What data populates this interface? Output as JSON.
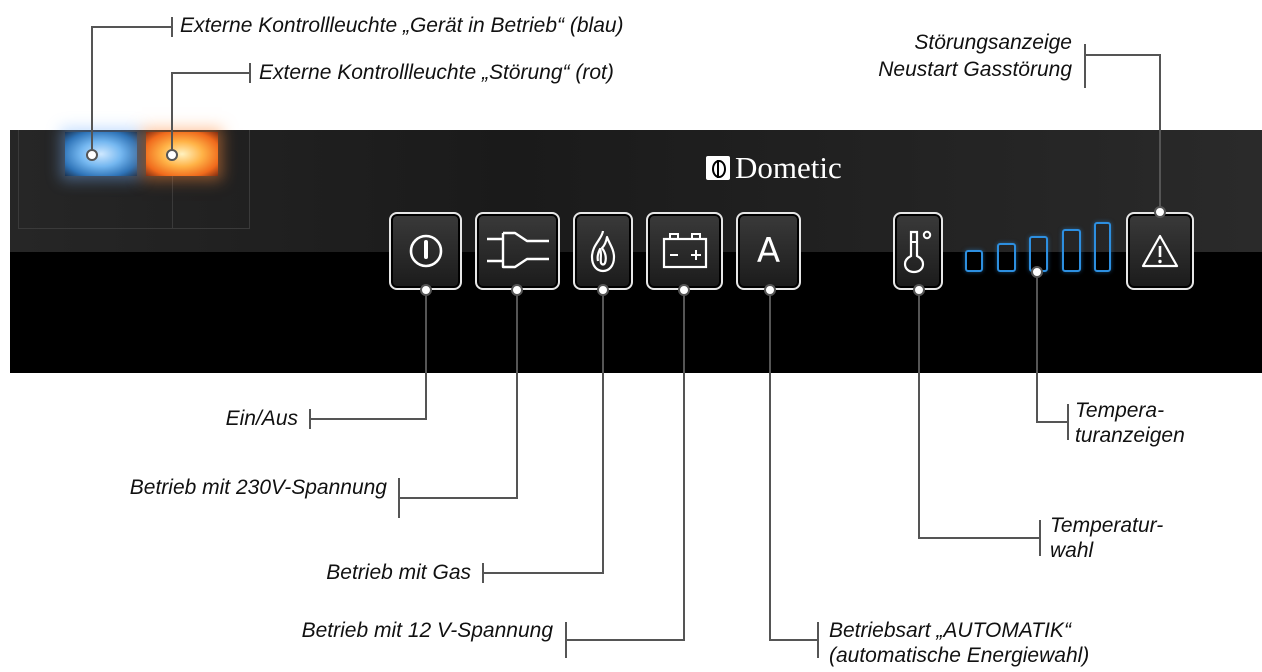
{
  "brand": {
    "name": "Dometic",
    "logo": "dometic-logo-mark"
  },
  "indicators": [
    {
      "id": "blue",
      "color": "#5fb0f5",
      "label": "Externe Kontrollleuchte „Gerät in Betrieb“ (blau)"
    },
    {
      "id": "red",
      "color": "#f38a2c",
      "label": "Externe Kontrollleuchte „Störung“ (rot)"
    }
  ],
  "buttons": [
    {
      "id": "power",
      "icon": "power-icon",
      "label": "Ein/Aus"
    },
    {
      "id": "mains",
      "icon": "plug-icon",
      "label": "Betrieb mit 230V-Spannung"
    },
    {
      "id": "gas",
      "icon": "flame-icon",
      "label": "Betrieb mit Gas"
    },
    {
      "id": "battery",
      "icon": "battery-icon",
      "label": "Betrieb mit 12 V-Spannung",
      "glyph": "– +"
    },
    {
      "id": "auto",
      "icon": "letter-a-icon",
      "glyph": "A",
      "label_line1": "Betriebsart „AUTOMATIK“",
      "label_line2": "(automatische Energiewahl)"
    },
    {
      "id": "temp",
      "icon": "thermometer-icon",
      "label_line1": "Temperatur-",
      "label_line2": "wahl"
    },
    {
      "id": "fault",
      "icon": "warning-icon",
      "label_line1": "Störungsanzeige",
      "label_line2": "Neustart Gasstörung"
    }
  ],
  "temperature_display": {
    "label_line1": "Tempera-",
    "label_line2": "turanzeigen",
    "bar_count": 5,
    "color": "#2d8fe0"
  },
  "colors": {
    "panel": "#000000",
    "button_border": "#e6e6e6",
    "leader_line": "#555555"
  }
}
